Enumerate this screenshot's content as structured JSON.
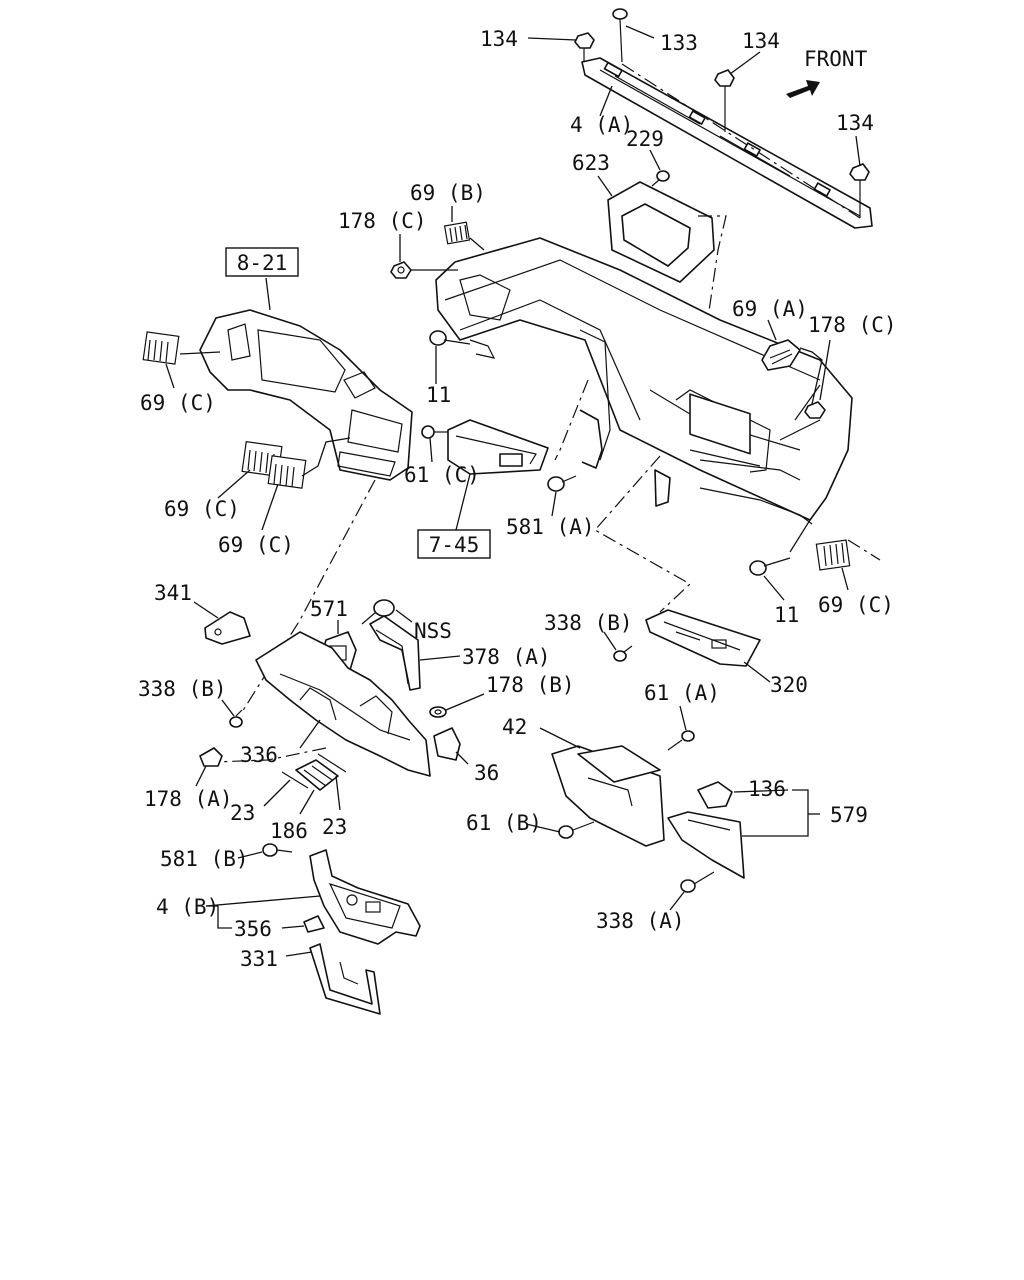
{
  "direction_label": "FRONT",
  "callouts": {
    "c134_a": "134",
    "c133": "133",
    "c134_b": "134",
    "c134_c": "134",
    "c4a": "4 (A)",
    "c229": "229",
    "c623": "623",
    "c69b": "69 (B)",
    "c178c_a": "178 (C)",
    "c69a": "69 (A)",
    "c178c_b": "178 (C)",
    "c69c_a": "69 (C)",
    "c11_a": "11",
    "c61c": "61 (C)",
    "c69c_b": "69 (C)",
    "c69c_c": "69 (C)",
    "c581a": "581 (A)",
    "c11_b": "11",
    "c69c_d": "69 (C)",
    "c341": "341",
    "c571": "571",
    "nss": "NSS",
    "c378a": "378 (A)",
    "c338b_a": "338 (B)",
    "c338b_b": "338 (B)",
    "c320": "320",
    "c178b": "178 (B)",
    "c61a": "61 (A)",
    "c42": "42",
    "c336": "336",
    "c36": "36",
    "c178a": "178 (A)",
    "c23_a": "23",
    "c186": "186",
    "c23_b": "23",
    "c61b": "61 (B)",
    "c136": "136",
    "c579": "579",
    "c581b": "581 (B)",
    "c4b": "4 (B)",
    "c356": "356",
    "c331": "331",
    "c338a": "338 (A)"
  },
  "references": {
    "ref_8_21": "8-21",
    "ref_7_45": "7-45"
  }
}
